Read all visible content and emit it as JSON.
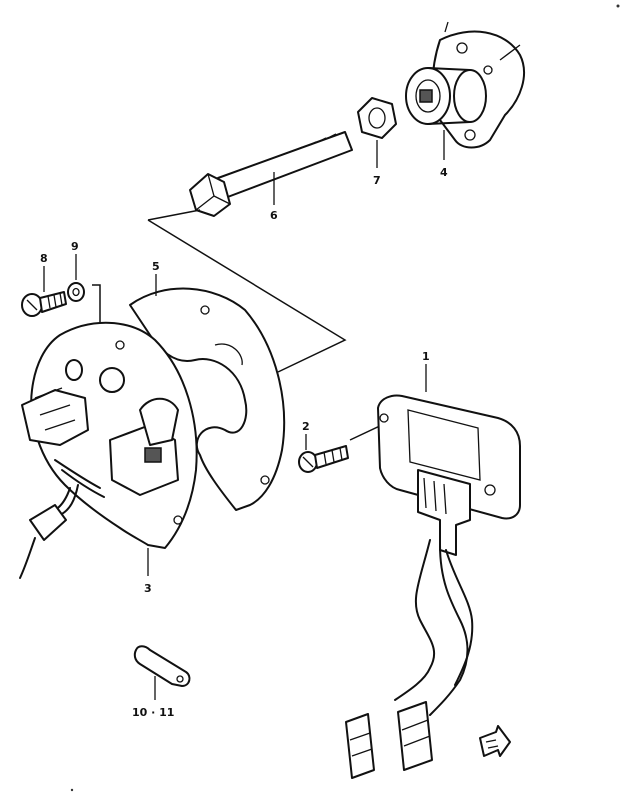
{
  "callouts": {
    "c1": "1",
    "c2": "2",
    "c3": "3",
    "c4": "4",
    "c5": "5",
    "c6": "6",
    "c7": "7",
    "c8": "8",
    "c9": "9",
    "c10_11": "10 · 11"
  }
}
